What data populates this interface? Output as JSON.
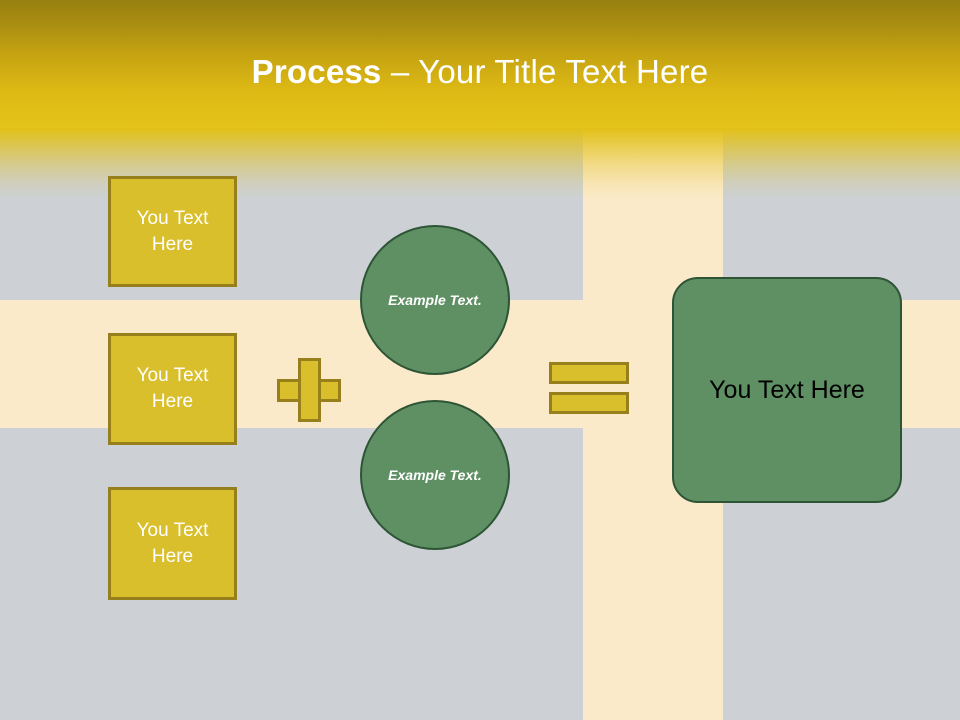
{
  "slide": {
    "title": {
      "strong": "Process",
      "rest": " – Your Title Text Here"
    },
    "theme": {
      "header_gold_dark": "#96800f",
      "header_gold_light": "#e3c21a",
      "background_gray": "#cdd1d6",
      "band_cream": "#fbeaca",
      "box_yellow_fill": "#d9bf2b",
      "box_yellow_border": "#97801b",
      "green_fill": "#5e9063",
      "green_border": "#2e5436",
      "title_text_color": "#ffffff"
    },
    "inputs": [
      {
        "label": "You Text Here"
      },
      {
        "label": "You Text Here"
      },
      {
        "label": "You Text Here"
      }
    ],
    "operators": {
      "plus": "plus-sign",
      "equals": "equals-sign"
    },
    "circles": [
      {
        "label": "Example Text."
      },
      {
        "label": "Example Text."
      }
    ],
    "result": {
      "label": "You Text Here"
    }
  }
}
